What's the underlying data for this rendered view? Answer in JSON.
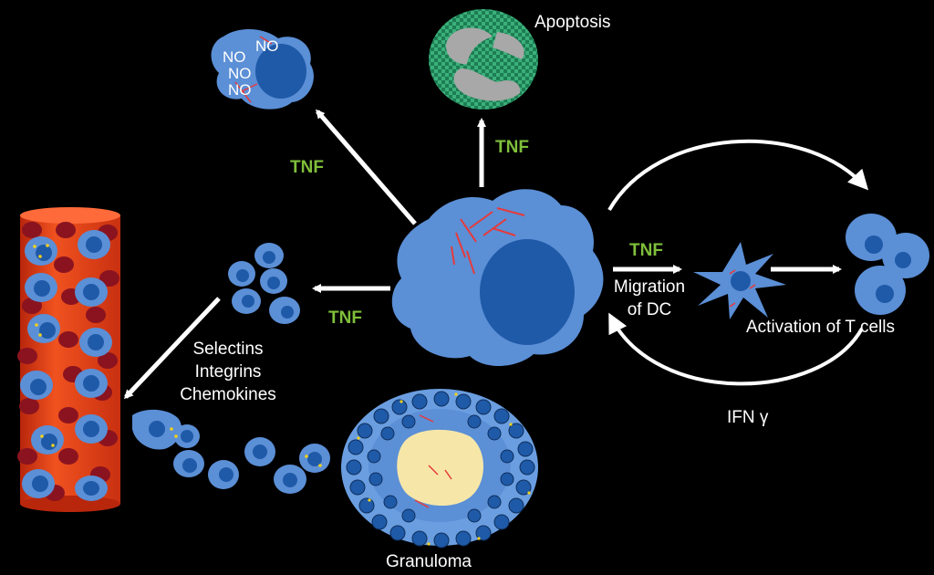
{
  "labels": {
    "apoptosis": "Apoptosis",
    "tnf_top_left": "TNF",
    "tnf_top": "TNF",
    "tnf_left": "TNF",
    "tnf_right": "TNF",
    "selectins": "Selectins",
    "integrins": "Integrins",
    "chemokines": "Chemokines",
    "migration_line1": "Migration",
    "migration_line2": "of DC",
    "activation": "Activation of T cells",
    "ifn": "IFN γ",
    "granuloma": "Granuloma",
    "no": "NO"
  },
  "colors": {
    "background": "#000000",
    "cell": "#5b8fd6",
    "nucleus": "#1f5aa8",
    "vessel": "#e4401c",
    "rbc": "#8b1320",
    "tnf_text": "#7fbf3a",
    "arrow": "#ffffff",
    "necrosis": "#f6e7a8",
    "apoptotic_fill": "#1f8a5a",
    "apoptotic_fragment": "#a8a8a8"
  }
}
